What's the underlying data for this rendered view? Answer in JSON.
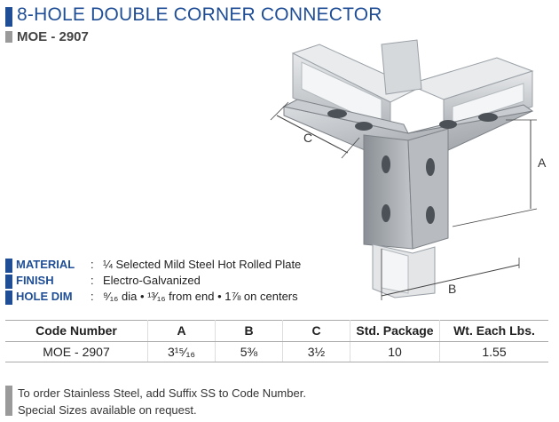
{
  "header": {
    "title": "8-HOLE DOUBLE CORNER CONNECTOR",
    "subtitle": "MOE - 2907"
  },
  "diagram": {
    "labels": {
      "a": "A",
      "b": "B",
      "c": "C"
    }
  },
  "specs": [
    {
      "key": "MATERIAL",
      "colon": ":",
      "value": "¼ Selected Mild Steel Hot Rolled Plate"
    },
    {
      "key": "FINISH",
      "colon": ":",
      "value": "Electro-Galvanized"
    },
    {
      "key": "HOLE DIM",
      "colon": ":",
      "value": "⁹⁄₁₆ dia  •  ¹³⁄₁₆ from end  •  1⅞  on centers"
    }
  ],
  "table": {
    "headers": [
      "Code Number",
      "A",
      "B",
      "C",
      "Std. Package",
      "Wt. Each Lbs."
    ],
    "rows": [
      [
        "MOE - 2907",
        "3¹⁵⁄₁₆",
        "5⅜",
        "3½",
        "10",
        "1.55"
      ]
    ]
  },
  "notes": [
    "To order Stainless Steel, add Suffix SS to Code Number.",
    "Special Sizes available on request."
  ],
  "colors": {
    "accent": "#1f4e96",
    "secondary": "#9a9a9a"
  }
}
